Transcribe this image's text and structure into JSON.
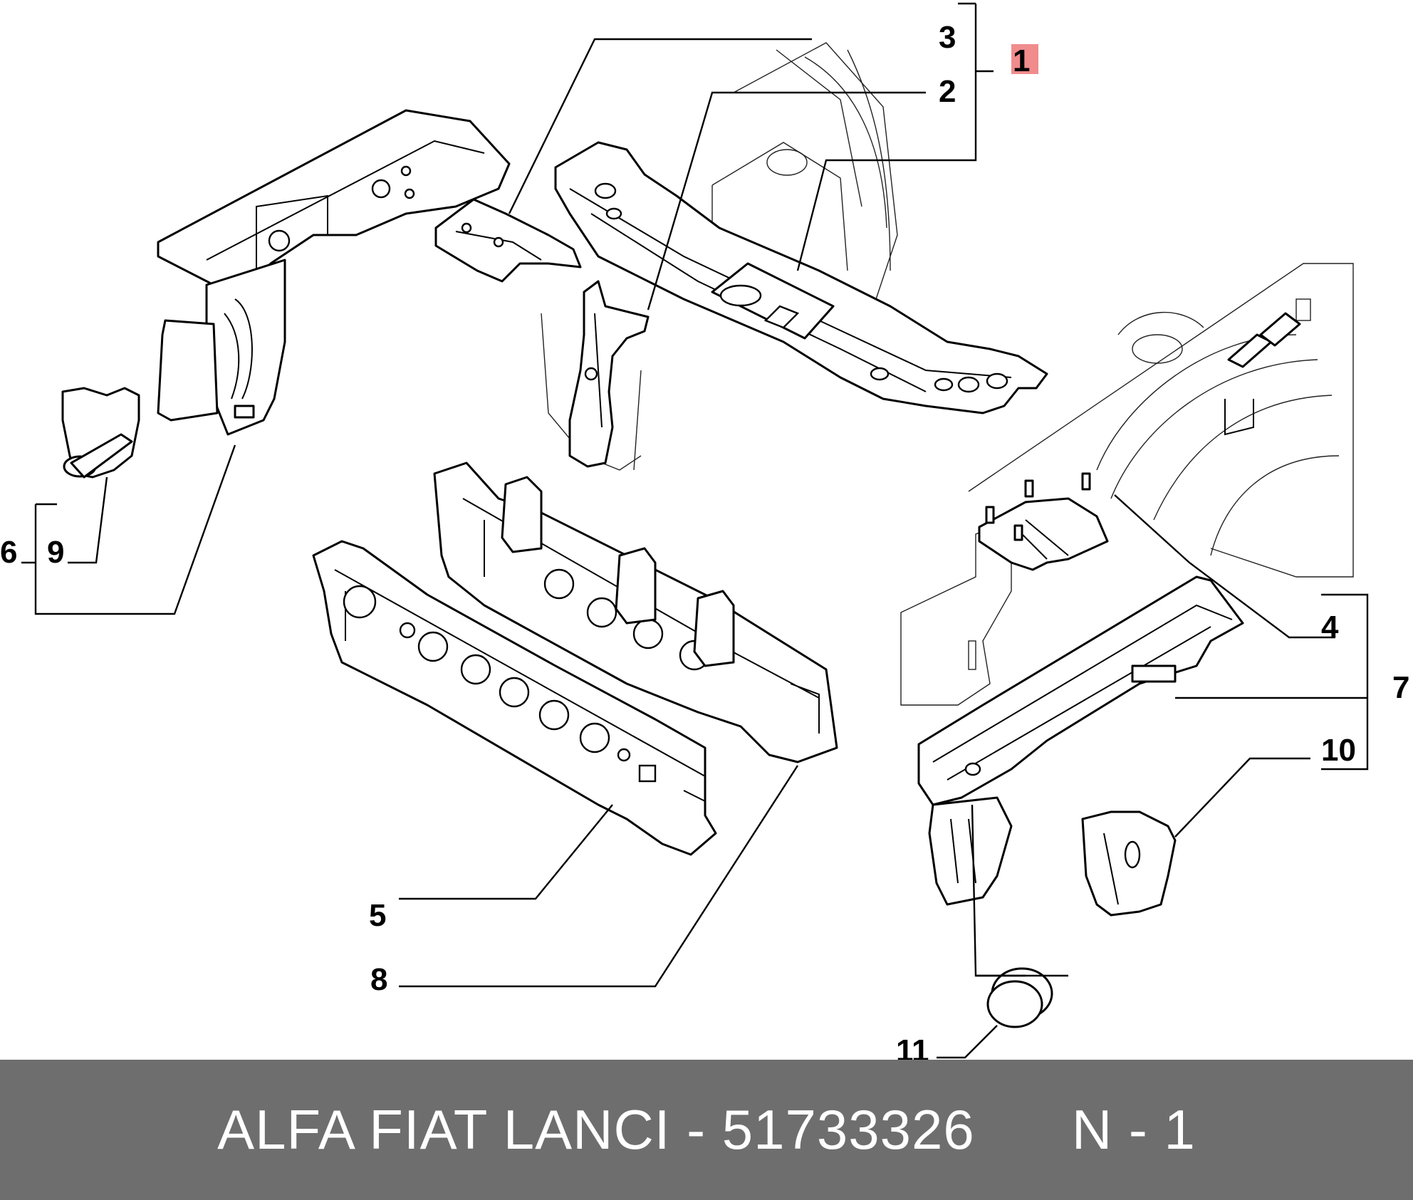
{
  "diagram": {
    "callouts": {
      "c1": "1",
      "c2": "2",
      "c3": "3",
      "c4": "4",
      "c5": "5",
      "c6": "6",
      "c7": "7",
      "c8": "8",
      "c9": "9",
      "c10": "10",
      "c11": "11"
    },
    "highlighted_callout": "c1",
    "colors": {
      "highlight": "#f08c8c",
      "footer_background": "#6e6e6e",
      "footer_text": "#ffffff"
    }
  },
  "footer": {
    "part_label": "ALFA FIAT LANCI - 51733326",
    "page_label": "N - 1"
  }
}
